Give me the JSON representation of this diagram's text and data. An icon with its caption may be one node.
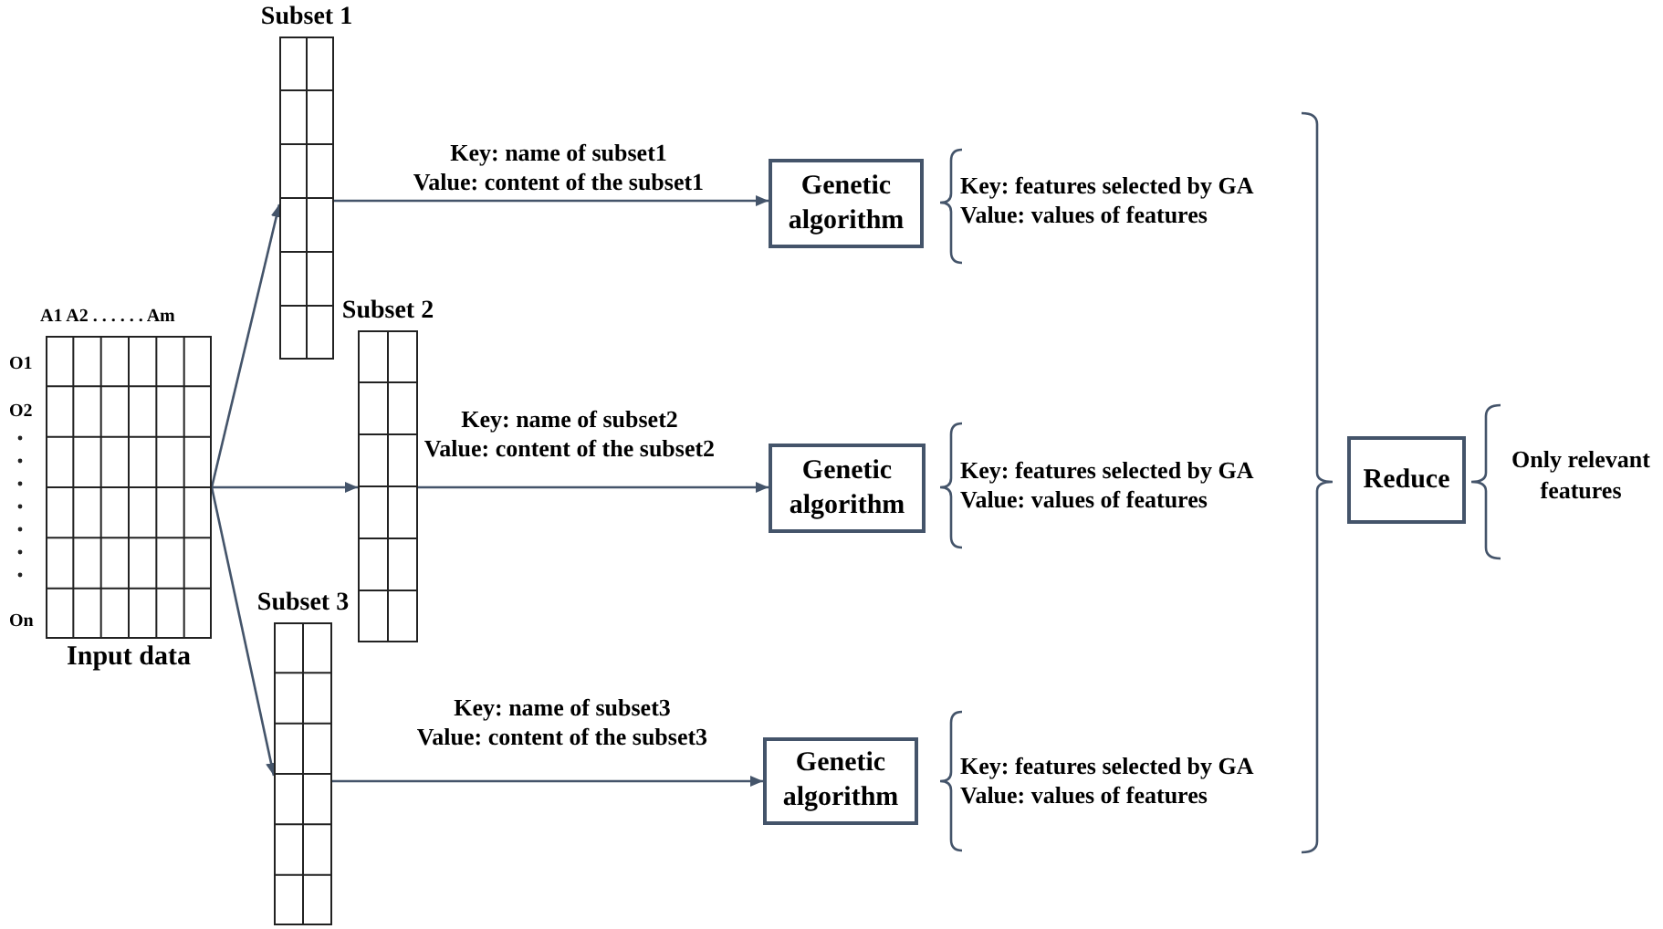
{
  "diagram": {
    "nodes": [
      {
        "text": [
          "Input data"
        ]
      },
      {
        "text": [
          "Subset 1"
        ]
      },
      {
        "text": [
          "Subset 2"
        ]
      },
      {
        "text": [
          "Subset 3"
        ]
      },
      {
        "text": [
          "Genetic algorithm"
        ]
      },
      {
        "text": [
          "Genetic algorithm"
        ]
      },
      {
        "text": [
          "Genetic algorithm"
        ]
      },
      {
        "text": [
          "Reduce"
        ]
      }
    ],
    "edges": [
      {
        "from": 0,
        "to": 1,
        "arrow": "to"
      },
      {
        "from": 0,
        "to": 2,
        "arrow": "to"
      },
      {
        "from": 0,
        "to": 3,
        "arrow": "to"
      },
      {
        "from": 1,
        "to": 4,
        "arrow": "to",
        "label": "Key: name of subset1 Value: content of the subset1"
      },
      {
        "from": 2,
        "to": 5,
        "arrow": "to",
        "label": "Key: name of subset2 Value: content of the subset2"
      },
      {
        "from": 3,
        "to": 6,
        "arrow": "to",
        "label": "Key: name of subset3 Value: content of the subset3"
      }
    ],
    "labels": [
      "A1 A2 . . . . . . Am",
      "O1",
      "O2",
      "On",
      "Key: features selected by GA Value: values of features",
      "Key: features selected by GA Value: values of features",
      "Key: features selected by GA Value: values of features",
      "Only relevant features"
    ]
  }
}
